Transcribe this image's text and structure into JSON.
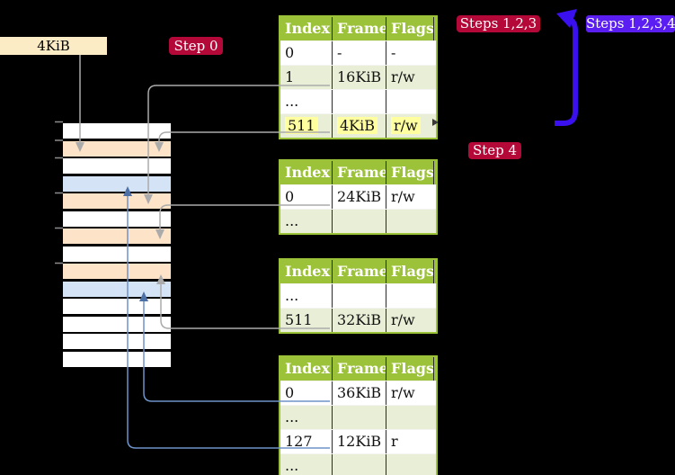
{
  "page_box": {
    "label": "4KiB"
  },
  "step_labels": {
    "step0": "Step 0",
    "steps123": "Steps 1,2,3",
    "steps1234": "Steps 1,2,3,4",
    "step4": "Step 4"
  },
  "tables": [
    {
      "id": "level4",
      "headers": [
        "Index",
        "Frame",
        "Flags"
      ],
      "rows": [
        {
          "cells": [
            "0",
            "-",
            "-"
          ],
          "shaded": false,
          "highlight": false
        },
        {
          "cells": [
            "1",
            "16KiB",
            "r/w"
          ],
          "shaded": true,
          "highlight": false
        },
        {
          "cells": [
            "...",
            "",
            ""
          ],
          "shaded": false,
          "highlight": false
        },
        {
          "cells": [
            "511",
            "4KiB",
            "r/w"
          ],
          "shaded": true,
          "highlight": true
        }
      ]
    },
    {
      "id": "level3",
      "headers": [
        "Index",
        "Frame",
        "Flags"
      ],
      "rows": [
        {
          "cells": [
            "0",
            "24KiB",
            "r/w"
          ],
          "shaded": false,
          "highlight": false
        },
        {
          "cells": [
            "...",
            "",
            ""
          ],
          "shaded": true,
          "highlight": false
        }
      ]
    },
    {
      "id": "level2",
      "headers": [
        "Index",
        "Frame",
        "Flags"
      ],
      "rows": [
        {
          "cells": [
            "...",
            "",
            ""
          ],
          "shaded": false,
          "highlight": false
        },
        {
          "cells": [
            "511",
            "32KiB",
            "r/w"
          ],
          "shaded": true,
          "highlight": false
        }
      ]
    },
    {
      "id": "level1",
      "headers": [
        "Index",
        "Frame",
        "Flags"
      ],
      "rows": [
        {
          "cells": [
            "0",
            "36KiB",
            "r/w"
          ],
          "shaded": false,
          "highlight": false
        },
        {
          "cells": [
            "...",
            "",
            ""
          ],
          "shaded": true,
          "highlight": false
        },
        {
          "cells": [
            "127",
            "12KiB",
            "r"
          ],
          "shaded": false,
          "highlight": false
        },
        {
          "cells": [
            "...",
            "",
            ""
          ],
          "shaded": true,
          "highlight": false
        }
      ]
    }
  ],
  "memory_column": {
    "rows": [
      "white",
      "peach",
      "white",
      "blue",
      "peach",
      "white",
      "peach",
      "white",
      "peach",
      "blue",
      "white",
      "white",
      "white",
      "white"
    ]
  },
  "colors": {
    "table_header_green": "#9cc23a",
    "row_shade_green": "#e9efd7",
    "highlight_yellow": "#ffffa0",
    "frame_peach": "#fde3c8",
    "frame_blue": "#d4e3f6",
    "label_crimson": "#b30838",
    "label_blue_violet": "#5a1ef2",
    "big_arrow_blue": "#3a10ee",
    "gray_connector": "#ababab",
    "blue_connector": "#6e93c8"
  }
}
